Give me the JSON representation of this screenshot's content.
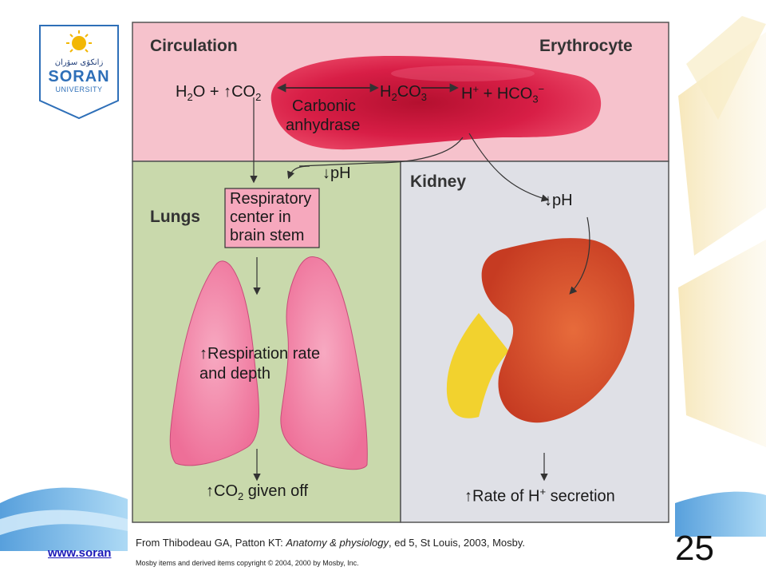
{
  "logo": {
    "kurdish": "زانكۆی سۆران",
    "name": "SORAN",
    "sub": "UNIVERSITY"
  },
  "diagram": {
    "circulation_label": "Circulation",
    "erythrocyte_label": "Erythrocyte",
    "eq_h2o": "H",
    "eq_h2o_sub": "2",
    "eq_h2o_o": "O",
    "eq_plus": "+",
    "eq_up": "↑",
    "eq_co2": "CO",
    "eq_co2_sub": "2",
    "eq_h2co3_h": "H",
    "eq_h2co3_sub1": "2",
    "eq_h2co3_co": "CO",
    "eq_h2co3_sub2": "3",
    "eq_hplus": "H",
    "eq_hplus_sup": "+",
    "eq_plus2": "+",
    "eq_hco3": "HCO",
    "eq_hco3_sub": "3",
    "eq_hco3_sup": "−",
    "enzyme_line1": "Carbonic",
    "enzyme_line2": "anhydrase",
    "ph_left": "↓pH",
    "ph_right": "↓pH",
    "lungs_label": "Lungs",
    "kidney_label": "Kidney",
    "resp_line1": "Respiratory",
    "resp_line2": "center in",
    "resp_line3": "brain stem",
    "resp_rate_line1": "↑Respiration rate",
    "resp_rate_line2": "and depth",
    "co2_given": "↑CO",
    "co2_given_sub": "2",
    "co2_given_rest": " given off",
    "h_secretion": "↑Rate of H",
    "h_secretion_sup": "+",
    "h_secretion_rest": " secretion"
  },
  "caption": {
    "prefix": "From Thibodeau GA, Patton KT: ",
    "title": "Anatomy & physiology",
    "suffix": ", ed 5, St Louis, 2003, Mosby.",
    "small": "Mosby items and derived items copyright © 2004, 2000 by Mosby, Inc."
  },
  "footer": {
    "url": "www.soran",
    "slide_number": "25"
  },
  "colors": {
    "circulation_bg": "#f6c2cc",
    "lungs_bg": "#c9d9ac",
    "kidney_bg": "#dfe0e6",
    "rbc": "#d81e46",
    "lung": "#f07ba0",
    "kidney": "#d8502c",
    "ureter": "#f2d22e",
    "url": "#1d1ab8"
  }
}
